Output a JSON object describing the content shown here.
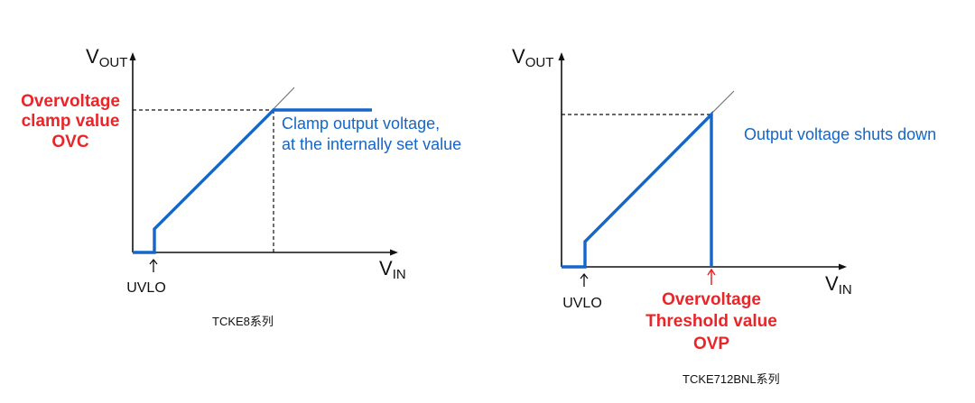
{
  "left": {
    "y_axis": {
      "main": "V",
      "sub": "OUT"
    },
    "x_axis": {
      "main": "V",
      "sub": "IN"
    },
    "ovc_label": [
      "Overvoltage",
      "clamp value",
      "OVC"
    ],
    "clamp_note": [
      "Clamp output voltage,",
      "at the internally set value"
    ],
    "uvlo_label": "UVLO",
    "caption": "TCKE8系列"
  },
  "right": {
    "y_axis": {
      "main": "V",
      "sub": "OUT"
    },
    "x_axis": {
      "main": "V",
      "sub": "IN"
    },
    "shutdown_note": "Output voltage shuts down",
    "ovp_label": [
      "Overvoltage",
      "Threshold value",
      "OVP"
    ],
    "uvlo_label": "UVLO",
    "caption": "TCKE712BNL系列"
  },
  "colors": {
    "curve": "#1466c8",
    "note_text": "#1466c8",
    "highlight_text": "#e8262a",
    "axis": "#111111"
  },
  "icons": [
    "arrow-up-icon"
  ]
}
